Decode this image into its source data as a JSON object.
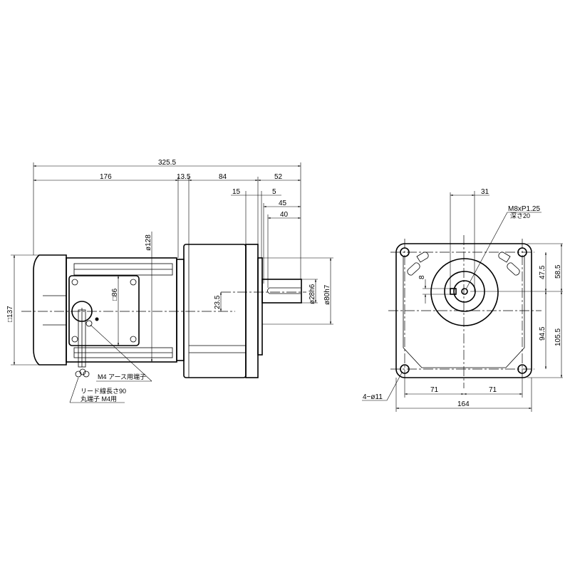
{
  "side_view": {
    "dims": {
      "overall_length": "325.5",
      "motor_length": "176",
      "step": "13.5",
      "gearbox_length": "84",
      "shaft_length": "52",
      "flange_thickness": "15",
      "spigot": "5",
      "shaft_key_span": "45",
      "key_length": "40",
      "motor_diameter": "ø128",
      "terminal_box": "□86",
      "shaft_offset": "23.5",
      "shaft_diameter": "ø28h6",
      "spigot_diameter": "ø80h7",
      "motor_square": "□137"
    },
    "notes": {
      "earth_terminal": "M4 アース用端子",
      "lead_length": "リード線長さ90",
      "ring_terminal": "丸端子 M4用"
    }
  },
  "front_view": {
    "dims": {
      "shaft_offset_h": "31",
      "tap": "M8xP1.25",
      "tap_depth": "深さ20",
      "key_width": "8",
      "upper_hole": "47.5",
      "upper_edge": "58.5",
      "lower_hole": "94.5",
      "lower_edge": "105.5",
      "hole_pitch_left": "71",
      "hole_pitch_right": "71",
      "width": "164",
      "holes": "4−ø11"
    }
  }
}
